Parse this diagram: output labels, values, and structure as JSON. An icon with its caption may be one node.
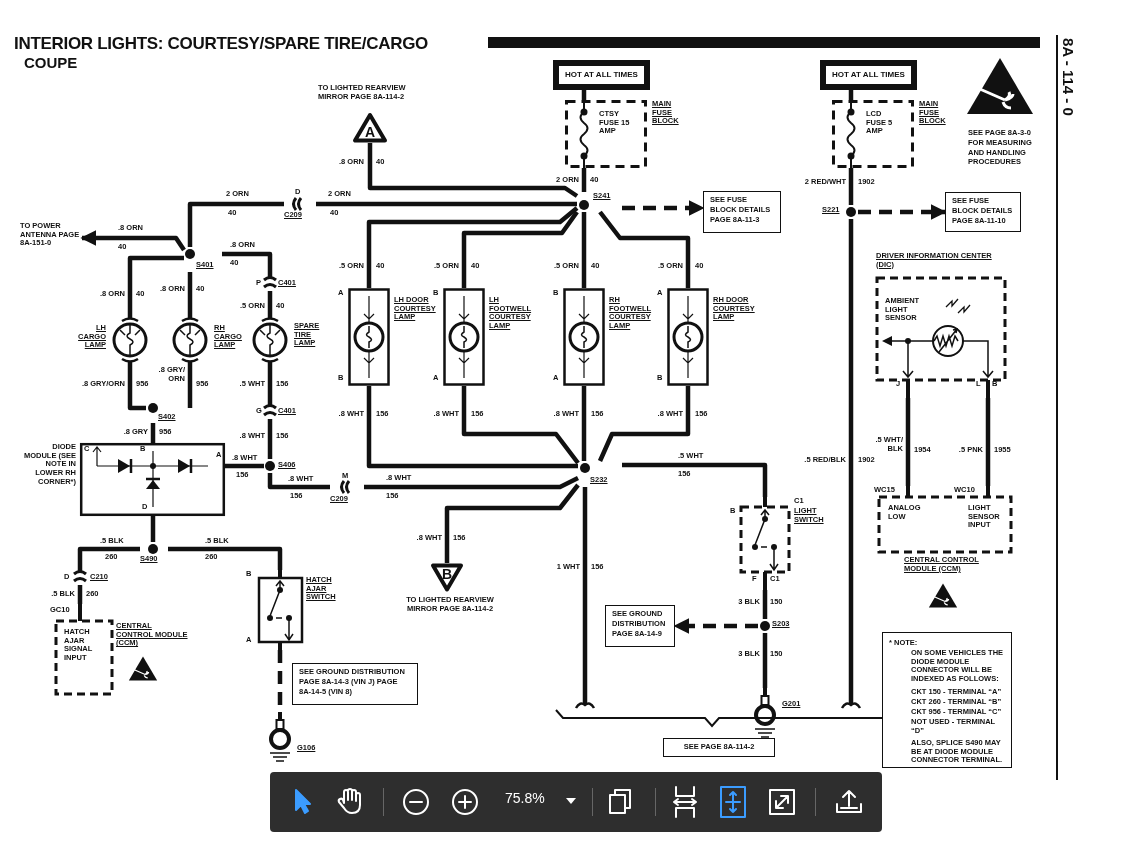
{
  "diagram": {
    "title": "INTERIOR LIGHTS: COURTESY/SPARE TIRE/CARGO",
    "nodes": [
      {
        "text": [
          "HOT AT ALL TIMES"
        ]
      },
      {
        "text": [
          "CTSY FUSE 15 AMP",
          "MAIN FUSE BLOCK"
        ]
      },
      {
        "text": [
          "S241"
        ]
      },
      {
        "text": [
          "SEE FUSE BLOCK DETAILS PAGE 8A-11-3"
        ]
      },
      {
        "text": [
          "A"
        ],
        "beside": [
          "TO LIGHTED REARVIEW MIRROR PAGE 8A-114-2"
        ]
      },
      {
        "text": [
          "D",
          "C209"
        ]
      },
      {
        "text": [
          "S401"
        ]
      },
      {
        "text": [
          "TO POWER ANTENNA PAGE 8A-151-0"
        ]
      },
      {
        "text": [
          "LH CARGO LAMP"
        ]
      },
      {
        "text": [
          "RH CARGO LAMP"
        ]
      },
      {
        "text": [
          "P",
          "C401"
        ]
      },
      {
        "text": [
          "SPARE TIRE LAMP"
        ]
      },
      {
        "text": [
          "G",
          "C401"
        ]
      },
      {
        "text": [
          "S402"
        ]
      },
      {
        "text": [
          "DIODE MODULE (SEE NOTE IN LOWER RH CORNER*)",
          "C",
          "B",
          "A",
          "D"
        ]
      },
      {
        "text": [
          "S406"
        ]
      },
      {
        "text": [
          "M",
          "C209"
        ]
      },
      {
        "text": [
          "LH DOOR COURTESY LAMP"
        ],
        "beside": [
          "A",
          "B"
        ]
      },
      {
        "text": [
          "LH FOOTWELL COURTESY LAMP"
        ],
        "beside": [
          "B",
          "A"
        ]
      },
      {
        "text": [
          "RH FOOTWELL COURTESY LAMP"
        ],
        "beside": [
          "B",
          "A"
        ]
      },
      {
        "text": [
          "RH DOOR COURTESY LAMP"
        ],
        "beside": [
          "A",
          "B"
        ]
      },
      {
        "text": [
          "S232"
        ]
      },
      {
        "text": [
          "B"
        ],
        "beside": [
          "TO LIGHTED REARVIEW MIRROR PAGE 8A-114-2"
        ]
      },
      {
        "text": [
          "S490"
        ]
      },
      {
        "text": [
          "D",
          "C210"
        ]
      },
      {
        "text": [
          "HATCH AJAR SIGNAL INPUT",
          "CENTRAL CONTROL MODULE (CCM)"
        ],
        "beside": [
          "GC10"
        ]
      },
      {
        "text": [
          "HATCH AJAR SWITCH"
        ],
        "beside": [
          "B",
          "A"
        ]
      },
      {
        "text": [
          "G106"
        ]
      },
      {
        "text": [
          "SEE GROUND DISTRIBUTION PAGE 8A-14-3 (VIN J) PAGE 8A-14-5 (VIN 8)"
        ]
      },
      {
        "text": [
          "LIGHT SWITCH"
        ],
        "beside": [
          "B",
          "C1",
          "F",
          "C1"
        ]
      },
      {
        "text": [
          "S203"
        ]
      },
      {
        "text": [
          "SEE GROUND DISTRIBUTION PAGE 8A-14-9"
        ]
      },
      {
        "text": [
          "G201"
        ]
      },
      {
        "text": [
          "SEE PAGE 8A-114-2"
        ]
      },
      {
        "text": [
          "HOT AT ALL TIMES"
        ]
      },
      {
        "text": [
          "LCD FUSE 5 AMP",
          "MAIN FUSE BLOCK"
        ]
      },
      {
        "text": [
          "S221"
        ]
      },
      {
        "text": [
          "SEE FUSE BLOCK DETAILS PAGE 8A-11-10"
        ]
      },
      {
        "text": [
          "DRIVER INFORMATION CENTER (DIC)",
          "AMBIENT LIGHT SENSOR"
        ],
        "beside": [
          "J",
          "L",
          "B"
        ]
      },
      {
        "text": [
          "ANALOG LOW",
          "LIGHT SENSOR INPUT",
          "CENTRAL CONTROL MODULE (CCM)"
        ],
        "beside": [
          "WC15",
          "WC10"
        ]
      },
      {
        "text": [
          "* NOTE:",
          "ON SOME VEHICLES THE DIODE MODULE CONNECTOR WILL BE INDEXED AS FOLLOWS:",
          "CKT 150 - TERMINAL “A”",
          "CKT 260 - TERMINAL “B”",
          "CKT 956 - TERMINAL “C”",
          "NOT USED - TERMINAL “D”",
          "ALSO, SPLICE S490 MAY BE AT DIODE MODULE CONNECTOR TERMINAL."
        ]
      }
    ],
    "edges": [
      {
        "from": 0,
        "to": 1,
        "arrow": "none"
      },
      {
        "from": 1,
        "to": 2,
        "arrow": "none"
      },
      {
        "from": 2,
        "to": 3,
        "arrow": "to",
        "style": "dashed"
      },
      {
        "from": 2,
        "to": 4,
        "arrow": "none"
      },
      {
        "from": 2,
        "to": 5,
        "arrow": "none"
      },
      {
        "from": 5,
        "to": 6,
        "arrow": "none"
      },
      {
        "from": 6,
        "to": 7,
        "arrow": "to"
      },
      {
        "from": 6,
        "to": 8,
        "arrow": "none"
      },
      {
        "from": 6,
        "to": 9,
        "arrow": "none"
      },
      {
        "from": 6,
        "to": 10,
        "arrow": "none"
      },
      {
        "from": 10,
        "to": 11,
        "arrow": "none"
      },
      {
        "from": 8,
        "to": 13,
        "arrow": "none"
      },
      {
        "from": 9,
        "to": 13,
        "arrow": "none"
      },
      {
        "from": 13,
        "to": 14,
        "arrow": "none"
      },
      {
        "from": 11,
        "to": 12,
        "arrow": "none"
      },
      {
        "from": 12,
        "to": 15,
        "arrow": "none"
      },
      {
        "from": 14,
        "to": 15,
        "arrow": "none"
      },
      {
        "from": 15,
        "to": 16,
        "arrow": "none"
      },
      {
        "from": 16,
        "to": 21,
        "arrow": "none"
      },
      {
        "from": 2,
        "to": 17,
        "arrow": "none"
      },
      {
        "from": 2,
        "to": 18,
        "arrow": "none"
      },
      {
        "from": 2,
        "to": 19,
        "arrow": "none"
      },
      {
        "from": 2,
        "to": 20,
        "arrow": "none"
      },
      {
        "from": 17,
        "to": 21,
        "arrow": "none"
      },
      {
        "from": 18,
        "to": 21,
        "arrow": "none"
      },
      {
        "from": 19,
        "to": 21,
        "arrow": "none"
      },
      {
        "from": 20,
        "to": 21,
        "arrow": "none"
      },
      {
        "from": 21,
        "to": 22,
        "arrow": "none"
      },
      {
        "from": 21,
        "to": 29,
        "arrow": "none"
      },
      {
        "from": 21,
        "to": 33,
        "arrow": "none"
      },
      {
        "from": 14,
        "to": 23,
        "arrow": "none"
      },
      {
        "from": 23,
        "to": 24,
        "arrow": "none"
      },
      {
        "from": 24,
        "to": 25,
        "arrow": "none"
      },
      {
        "from": 23,
        "to": 26,
        "arrow": "none"
      },
      {
        "from": 26,
        "to": 27,
        "arrow": "none",
        "style": "dashed"
      },
      {
        "from": 29,
        "to": 30,
        "arrow": "none"
      },
      {
        "from": 30,
        "to": 31,
        "arrow": "to",
        "style": "dashed"
      },
      {
        "from": 30,
        "to": 32,
        "arrow": "none"
      },
      {
        "from": 34,
        "to": 35,
        "arrow": "none"
      },
      {
        "from": 35,
        "to": 36,
        "arrow": "none"
      },
      {
        "from": 36,
        "to": 37,
        "arrow": "to",
        "style": "dashed"
      },
      {
        "from": 36,
        "to": 33,
        "arrow": "none"
      },
      {
        "from": 38,
        "to": 39,
        "arrow": "none"
      },
      {
        "from": 38,
        "to": 39,
        "arrow": "none"
      }
    ],
    "labels": [
      "COUPE",
      "8A - 114 - 0",
      ".8 ORN",
      "40",
      "2 ORN",
      "40",
      "2 ORN",
      "40",
      "2 ORN",
      "40",
      "SEE PAGE 8A-3-0 FOR MEASURING AND HANDLING PROCEDURES",
      "2 RED/WHT",
      "1902",
      ".8 ORN",
      "40",
      ".8 ORN",
      "40",
      ".8 ORN",
      "40",
      ".8 ORN",
      "40",
      ".5 ORN",
      "40",
      ".5 ORN",
      "40",
      ".5 ORN",
      "40",
      ".5 ORN",
      "40",
      ".5 ORN",
      "40",
      ".8 GRY/ORN",
      "956",
      ".8 GRY/ ORN",
      "956",
      ".5 WHT",
      "156",
      ".8 GRY",
      "956",
      ".8 WHT",
      "156",
      ".8 WHT",
      "156",
      ".8 WHT",
      "156",
      ".8 WHT",
      "156",
      ".8 WHT",
      "156",
      ".8 WHT",
      "156",
      ".8 WHT",
      "156",
      ".8 WHT",
      "156",
      ".5 WHT",
      "156",
      ".5 RED/BLK",
      "1902",
      ".5 WHT/ BLK",
      "1954",
      ".5 PNK",
      "1955",
      ".8 WHT",
      "156",
      ".5 BLK",
      "260",
      ".5 BLK",
      "260",
      ".5 BLK",
      "260",
      "1 WHT",
      "156",
      "3 BLK",
      "150",
      "3 BLK",
      "150",
      "75.8%"
    ]
  }
}
